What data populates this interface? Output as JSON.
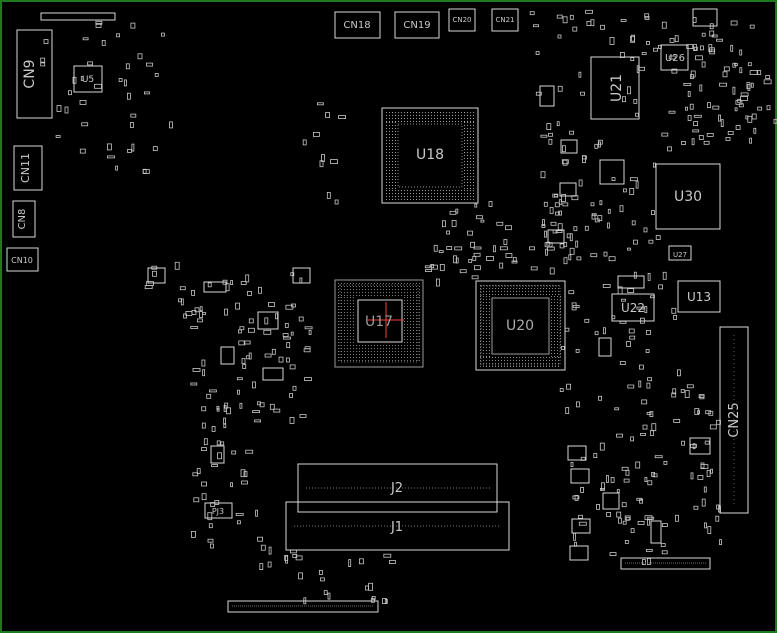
{
  "viewer": {
    "board_outline_color": "#1f7a1f",
    "outline_color": "#d8d8d8",
    "background": "#000000",
    "highlight_color": "#ff3b3b"
  },
  "labels": {
    "cn9": "CN9",
    "u5": "U5",
    "cn11": "CN11",
    "cn8": "CN8",
    "cn10": "CN10",
    "cn18": "CN18",
    "cn19": "CN19",
    "cn20": "CN20",
    "cn21": "CN21",
    "u18": "U18",
    "u21": "U21",
    "u26": "U26",
    "u30": "U30",
    "u27": "U27",
    "u17": "U17",
    "u20": "U20",
    "u22": "U22",
    "u13": "U13",
    "cn25": "CN25",
    "j2": "J2",
    "j1": "J1",
    "pj3": "PJ3"
  }
}
